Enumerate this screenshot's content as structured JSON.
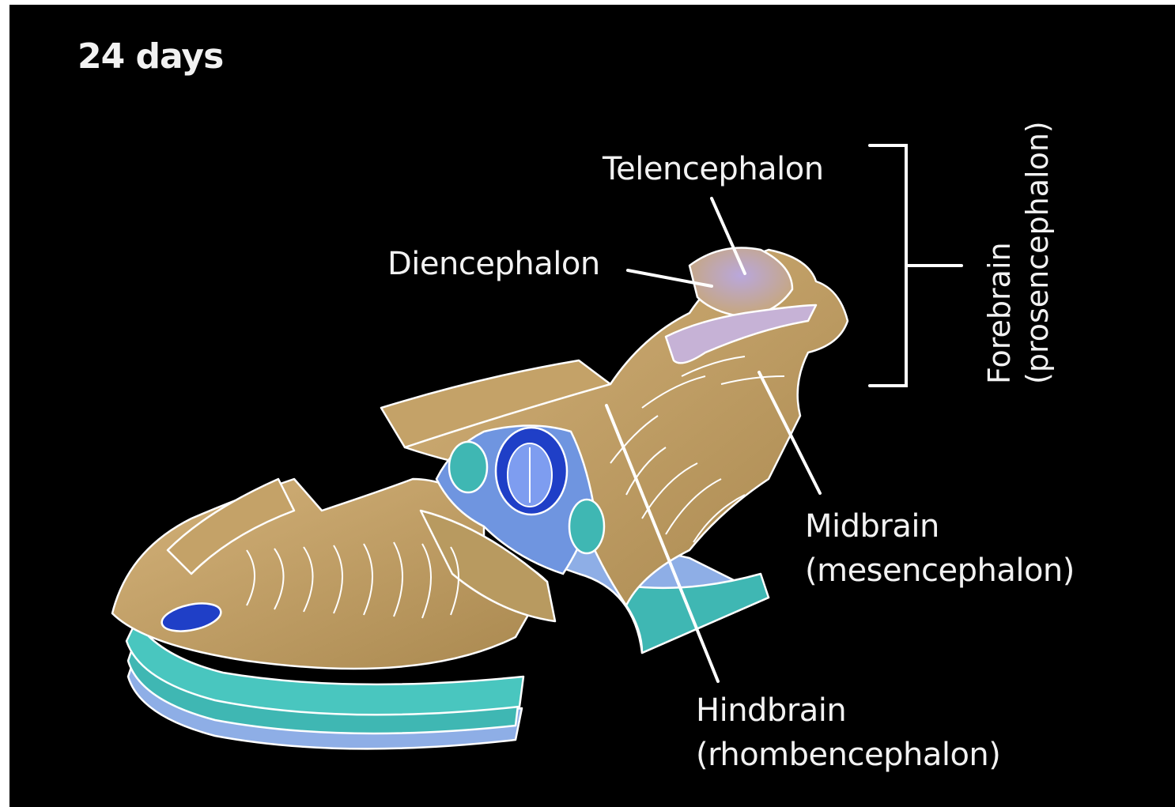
{
  "title": "24 days",
  "labels": {
    "telencephalon": "Telencephalon",
    "diencephalon": "Diencephalon",
    "forebrain": {
      "line1": "Forebrain",
      "line2": "(prosencephalon)"
    },
    "midbrain": {
      "line1": "Midbrain",
      "line2": "(mesencephalon)"
    },
    "hindbrain": {
      "line1": "Hindbrain",
      "line2": "(rhombencephalon)"
    }
  },
  "colors": {
    "background": "#000000",
    "tissue": "#b8955a",
    "tissue_light": "#d2b074",
    "teal": "#3fb7b3",
    "light_blue": "#8eaee6",
    "dark_blue": "#1f3fc7",
    "lavender": "#a69bd0",
    "outline": "#ffffff"
  }
}
